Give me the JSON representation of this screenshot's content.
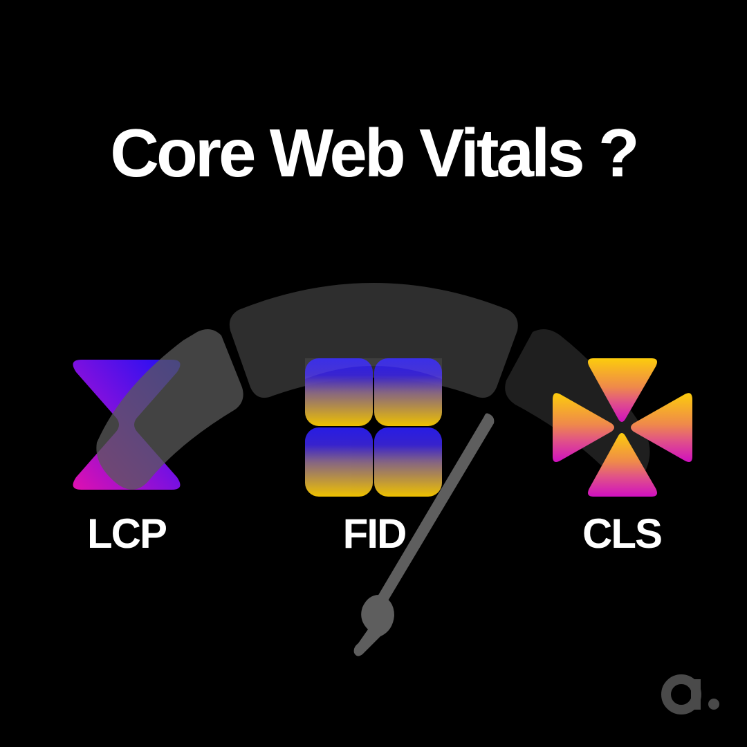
{
  "title": "Core Web Vitals ?",
  "metrics": [
    {
      "id": "lcp",
      "label": "LCP",
      "icon": "hourglass-icon",
      "gradient": [
        "#2a10f0",
        "#d010b8"
      ]
    },
    {
      "id": "fid",
      "label": "FID",
      "icon": "grid-four-squares-icon",
      "gradient": [
        "#2a10f0",
        "#f8cc00"
      ]
    },
    {
      "id": "cls",
      "label": "CLS",
      "icon": "four-triangles-icon",
      "gradient": [
        "#fbcc0c",
        "#d010b8"
      ]
    }
  ],
  "gauge": {
    "segments": [
      "left",
      "center",
      "right"
    ],
    "segment_colors": [
      "#4a4a4a",
      "#2e2e2e",
      "#1f1f1f"
    ],
    "needle_color": "#5e5e5e"
  },
  "brand": {
    "logo_text": "a.",
    "color": "#4a4a4a"
  },
  "colors": {
    "background": "#000000",
    "text": "#ffffff"
  }
}
